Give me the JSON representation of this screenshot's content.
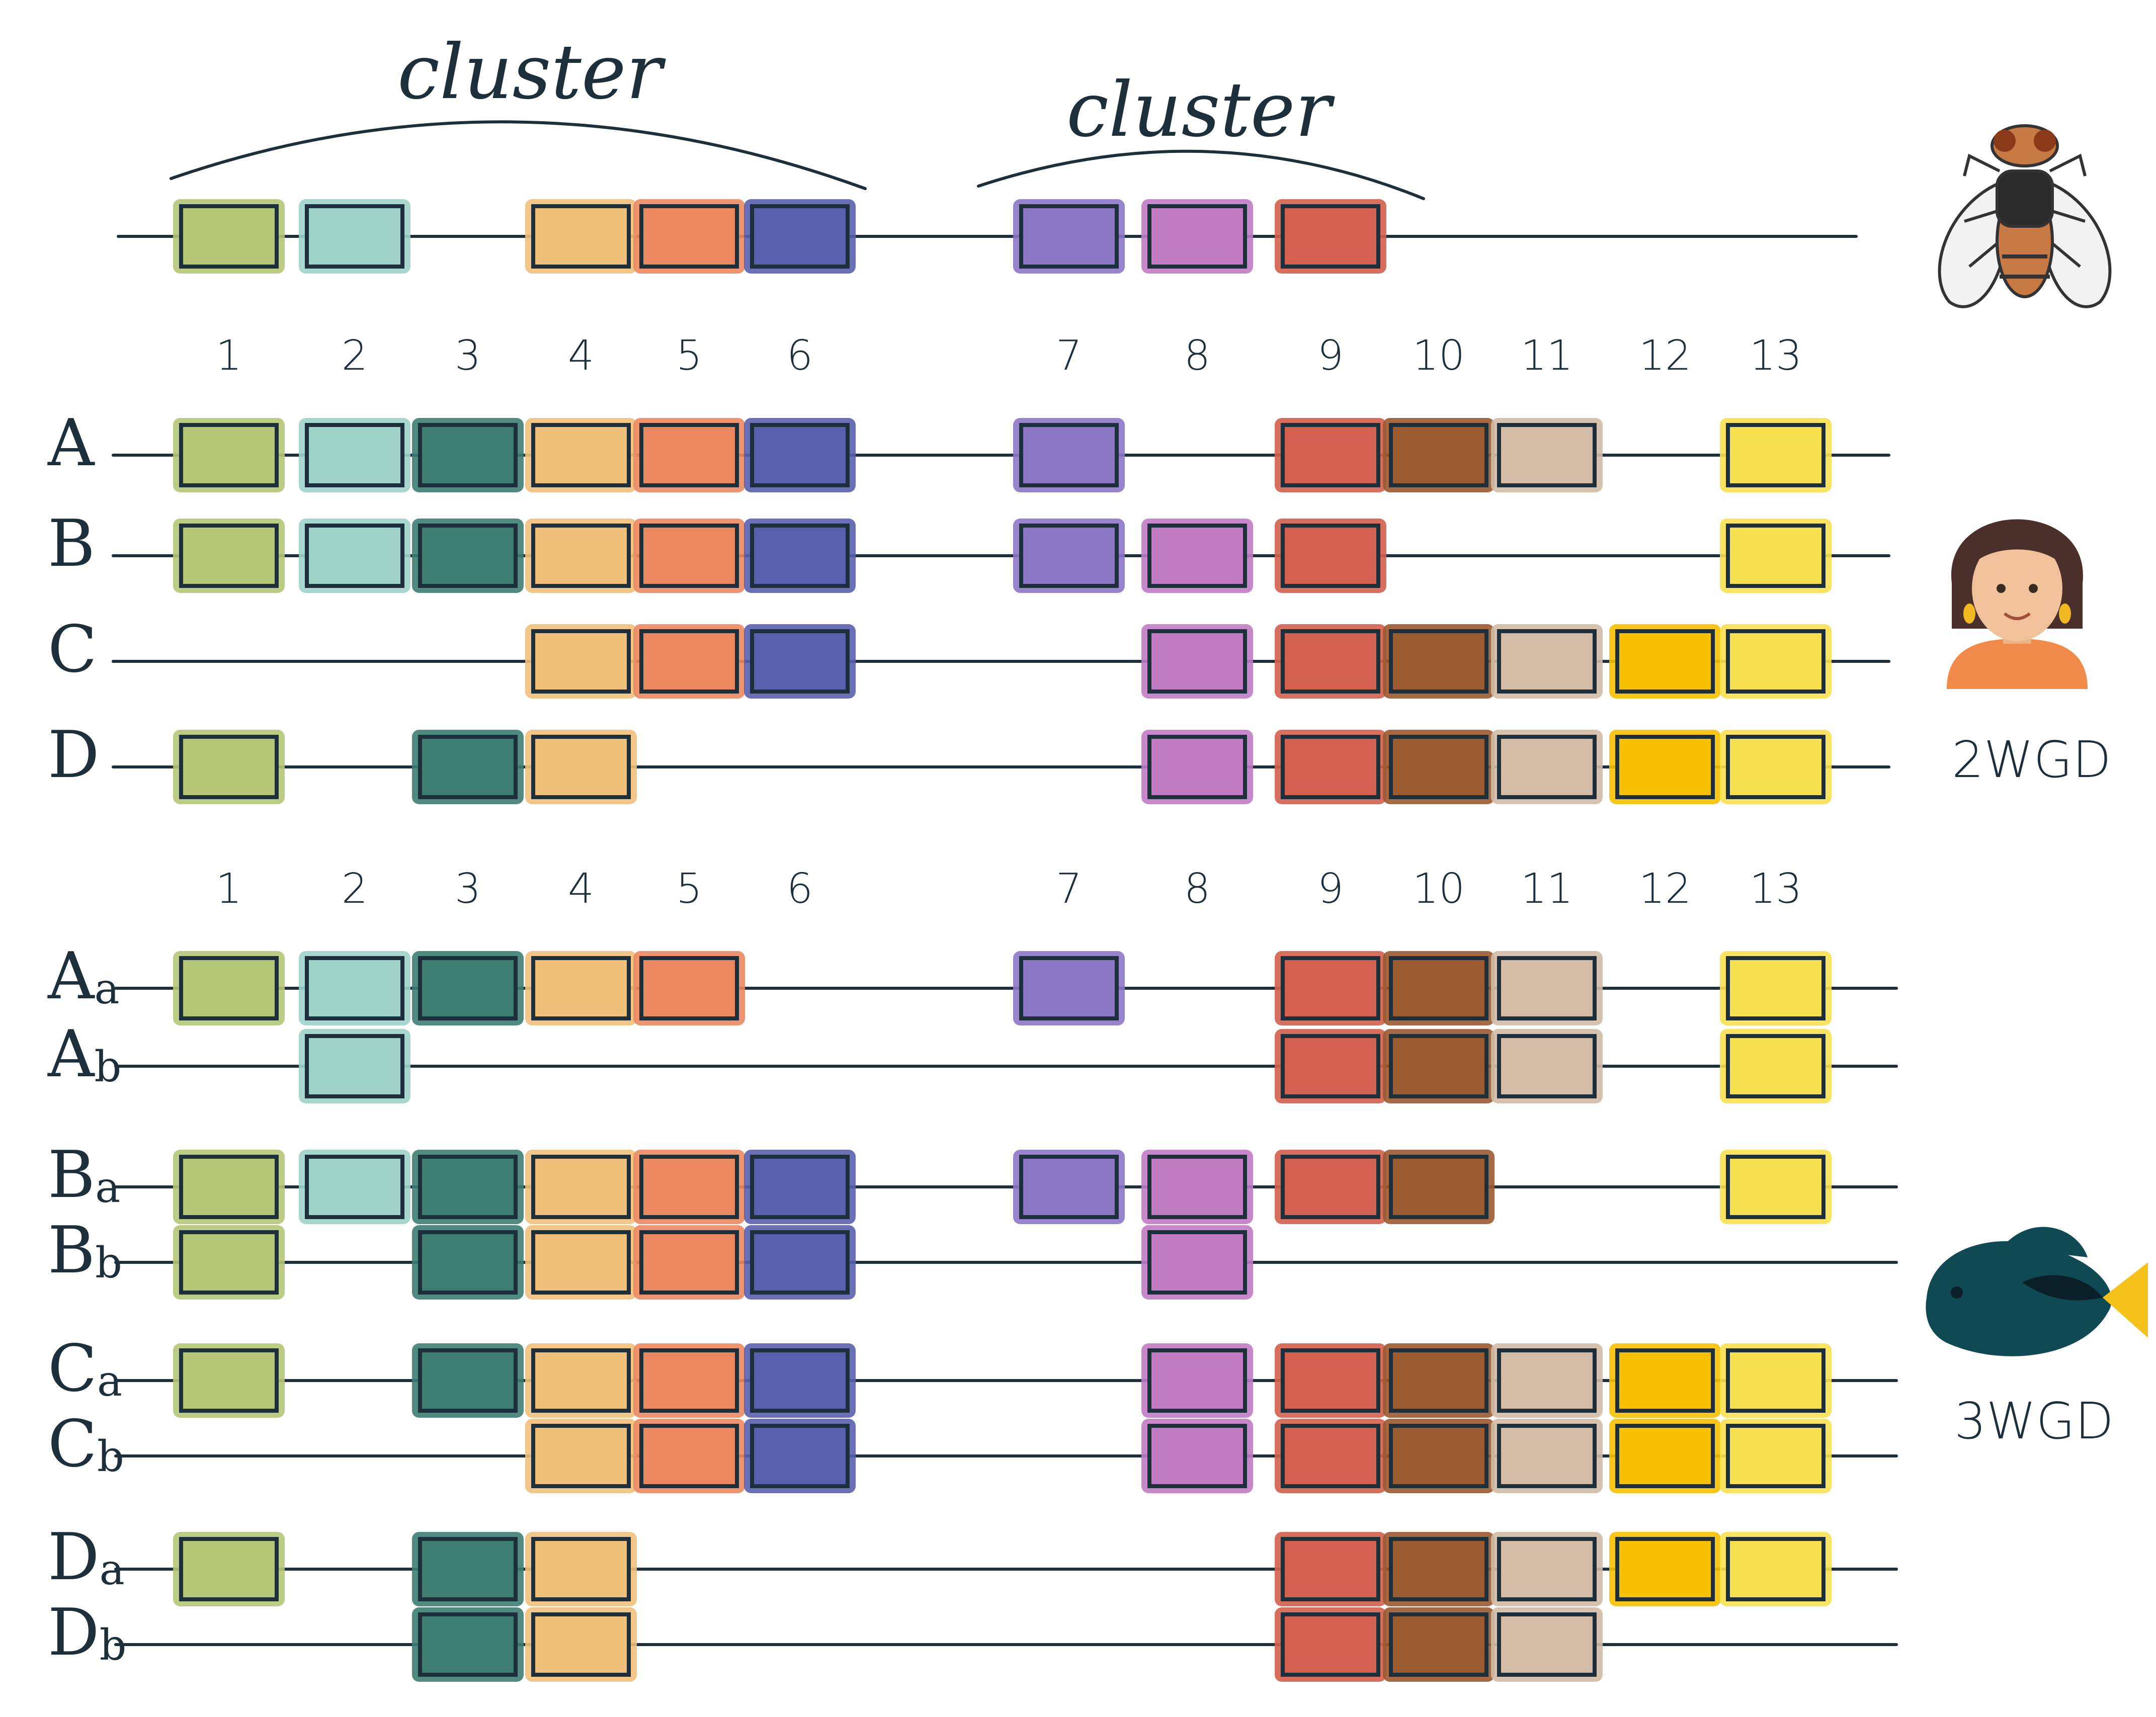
{
  "cluster_labels": [
    "cluster",
    "cluster"
  ],
  "gene_numbers": [
    "1",
    "2",
    "3",
    "4",
    "5",
    "6",
    "7",
    "8",
    "9",
    "10",
    "11",
    "12",
    "13"
  ],
  "wgd_labels": {
    "human": "2WGD",
    "fish": "3WGD"
  },
  "icons": {
    "top": "fly-icon",
    "human": "woman-icon",
    "fish": "fish-icon"
  },
  "gene_colors": {
    "1": "#b5c777",
    "2": "#9fd3ca",
    "3": "#3d7d72",
    "4": "#f0c07b",
    "5": "#ec8860",
    "6": "#5a5fae",
    "7": "#8c77c7",
    "8": "#c17cc4",
    "9": "#d4604f",
    "10": "#9b5a30",
    "11": "#d3bba6",
    "12": "#f7c000",
    "13": "#f9e050"
  },
  "ancestral": {
    "genes": [
      1,
      2,
      4,
      5,
      6,
      7,
      8,
      9
    ]
  },
  "human_rows": [
    {
      "label": "A",
      "sub": "",
      "genes": [
        1,
        2,
        3,
        4,
        5,
        6,
        7,
        9,
        10,
        11,
        13
      ]
    },
    {
      "label": "B",
      "sub": "",
      "genes": [
        1,
        2,
        3,
        4,
        5,
        6,
        7,
        8,
        9,
        13
      ]
    },
    {
      "label": "C",
      "sub": "",
      "genes": [
        4,
        5,
        6,
        8,
        9,
        10,
        11,
        12,
        13
      ]
    },
    {
      "label": "D",
      "sub": "",
      "genes": [
        1,
        3,
        4,
        8,
        9,
        10,
        11,
        12,
        13
      ]
    }
  ],
  "fish_rows": [
    {
      "label": "A",
      "sub": "a",
      "genes": [
        1,
        2,
        3,
        4,
        5,
        7,
        9,
        10,
        11,
        13
      ]
    },
    {
      "label": "A",
      "sub": "b",
      "genes": [
        2,
        9,
        10,
        11,
        13
      ]
    },
    {
      "label": "B",
      "sub": "a",
      "genes": [
        1,
        2,
        3,
        4,
        5,
        6,
        7,
        8,
        9,
        10,
        13
      ]
    },
    {
      "label": "B",
      "sub": "b",
      "genes": [
        1,
        3,
        4,
        5,
        6,
        8
      ]
    },
    {
      "label": "C",
      "sub": "a",
      "genes": [
        1,
        3,
        4,
        5,
        6,
        8,
        9,
        10,
        11,
        12,
        13
      ]
    },
    {
      "label": "C",
      "sub": "b",
      "genes": [
        4,
        5,
        6,
        8,
        9,
        10,
        11,
        12,
        13
      ]
    },
    {
      "label": "D",
      "sub": "a",
      "genes": [
        1,
        3,
        4,
        9,
        10,
        11,
        12,
        13
      ]
    },
    {
      "label": "D",
      "sub": "b",
      "genes": [
        3,
        4,
        9,
        10,
        11
      ]
    }
  ]
}
